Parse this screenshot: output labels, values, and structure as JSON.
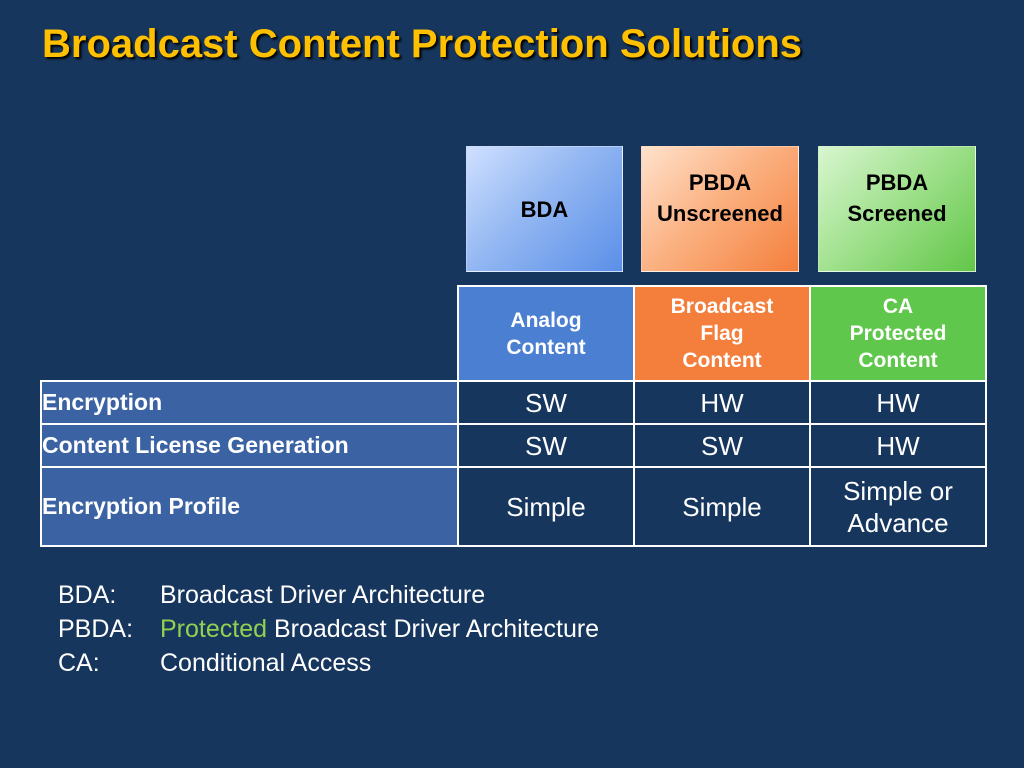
{
  "title": "Broadcast Content Protection Solutions",
  "tiles": [
    {
      "label": "BDA",
      "color": "#6d9ce9"
    },
    {
      "label": "PBDA\nUnscreened",
      "color": "#f7915a"
    },
    {
      "label": "PBDA\nScreened",
      "color": "#7fd46b"
    }
  ],
  "table": {
    "columns": [
      {
        "label": "Analog\nContent",
        "color": "#4a7fd1"
      },
      {
        "label": "Broadcast\nFlag\nContent",
        "color": "#f47f3c"
      },
      {
        "label": "CA\nProtected\nContent",
        "color": "#5fc74b"
      }
    ],
    "rows": [
      {
        "label": "Encryption",
        "values": [
          "SW",
          "HW",
          "HW"
        ]
      },
      {
        "label": "Content License Generation",
        "values": [
          "SW",
          "SW",
          "HW"
        ]
      },
      {
        "label": "Encryption Profile",
        "values": [
          "Simple",
          "Simple",
          "Simple or\nAdvance"
        ]
      }
    ]
  },
  "legend": [
    {
      "key": "BDA:",
      "highlight": "",
      "text": "Broadcast Driver Architecture"
    },
    {
      "key": "PBDA:",
      "highlight": "Protected",
      "text": " Broadcast Driver Architecture"
    },
    {
      "key": "CA:",
      "highlight": "",
      "text": "Conditional Access"
    }
  ],
  "colors": {
    "background": "#17365d",
    "title": "#ffc000",
    "row_label_bg": "#3b63a4",
    "highlight": "#92d050"
  }
}
